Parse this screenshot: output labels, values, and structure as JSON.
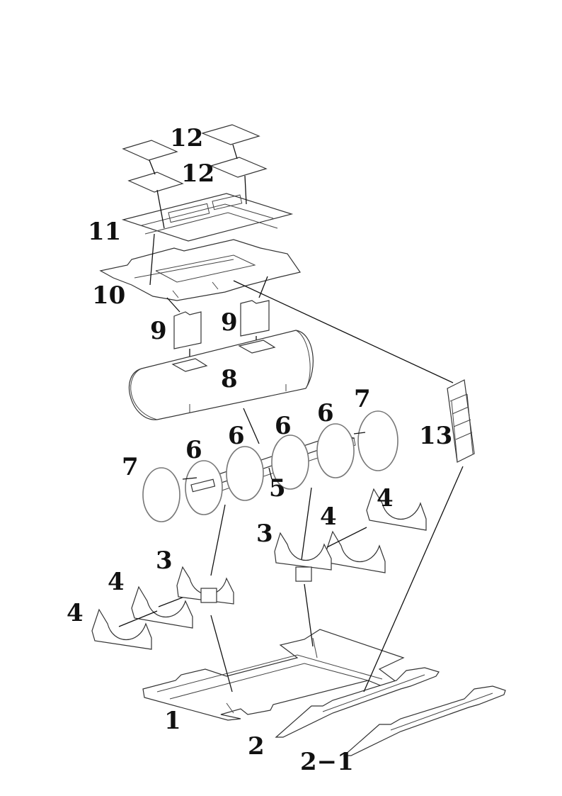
{
  "labels": {
    "l1": "1",
    "l2": "2",
    "l2_1": "2−1",
    "l3a": "3",
    "l3b": "3",
    "l4a": "4",
    "l4b": "4",
    "l4c": "4",
    "l4d": "4",
    "l5": "5",
    "l6a": "6",
    "l6b": "6",
    "l6c": "6",
    "l6d": "6",
    "l7a": "7",
    "l7b": "7",
    "l8": "8",
    "l9a": "9",
    "l9b": "9",
    "l10": "10",
    "l11": "11",
    "l12a": "12",
    "l12b": "12",
    "l13": "13"
  }
}
